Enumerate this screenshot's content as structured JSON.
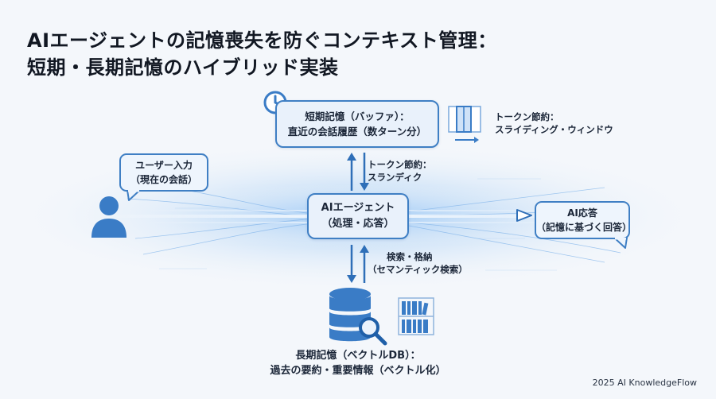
{
  "title": {
    "line1": "AIエージェントの記憶喪失を防ぐコンテキスト管理：",
    "line2": "短期・長期記憶のハイブリッド実装"
  },
  "short_term": {
    "line1": "短期記憶（バッファ）：",
    "line2": "直近の会話履歴（数ターン分）"
  },
  "token_window": {
    "line1": "トークン節約：",
    "line2": "スライディング・ウィンドウ"
  },
  "token_truncate": {
    "line1": "トークン節約：",
    "line2": "スランディク"
  },
  "user_input": {
    "line1": "ユーザー入力",
    "line2": "（現在の会話）"
  },
  "agent": {
    "line1": "AIエージェント",
    "line2": "（処理・応答）"
  },
  "response": {
    "line1": "AI応答",
    "line2": "（記憶に基づく回答）"
  },
  "search": {
    "line1": "検索・格納",
    "line2": "（セマンティック検索）"
  },
  "long_term": {
    "line1": "長期記憶（ベクトルDB）：",
    "line2": "過去の要約・重要情報（ベクトル化）"
  },
  "footer": "2025 AI KnowledgeFlow",
  "colors": {
    "accent": "#3f7fc4",
    "icon": "#3a7cc6",
    "box_fill": "#e9f1fb"
  },
  "icons": {
    "clock": "clock-icon",
    "window": "sliding-window-icon",
    "user": "user-icon",
    "database": "database-icon",
    "magnifier": "magnifier-icon",
    "books": "bookshelf-icon"
  }
}
